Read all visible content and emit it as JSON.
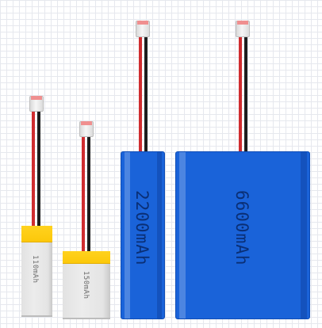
{
  "batteries": [
    {
      "capacity": "110mAh",
      "color": "#e6e6e6",
      "cap_color": "#ffd21f"
    },
    {
      "capacity": "150mAh",
      "color": "#e6e6e6",
      "cap_color": "#ffd21f"
    },
    {
      "capacity": "2200mAh",
      "color": "#1a63d9"
    },
    {
      "capacity": "6600mAh",
      "color": "#1a63d9"
    }
  ],
  "wire_colors": {
    "positive": "#cf2d30",
    "negative": "#1e1e1e"
  }
}
